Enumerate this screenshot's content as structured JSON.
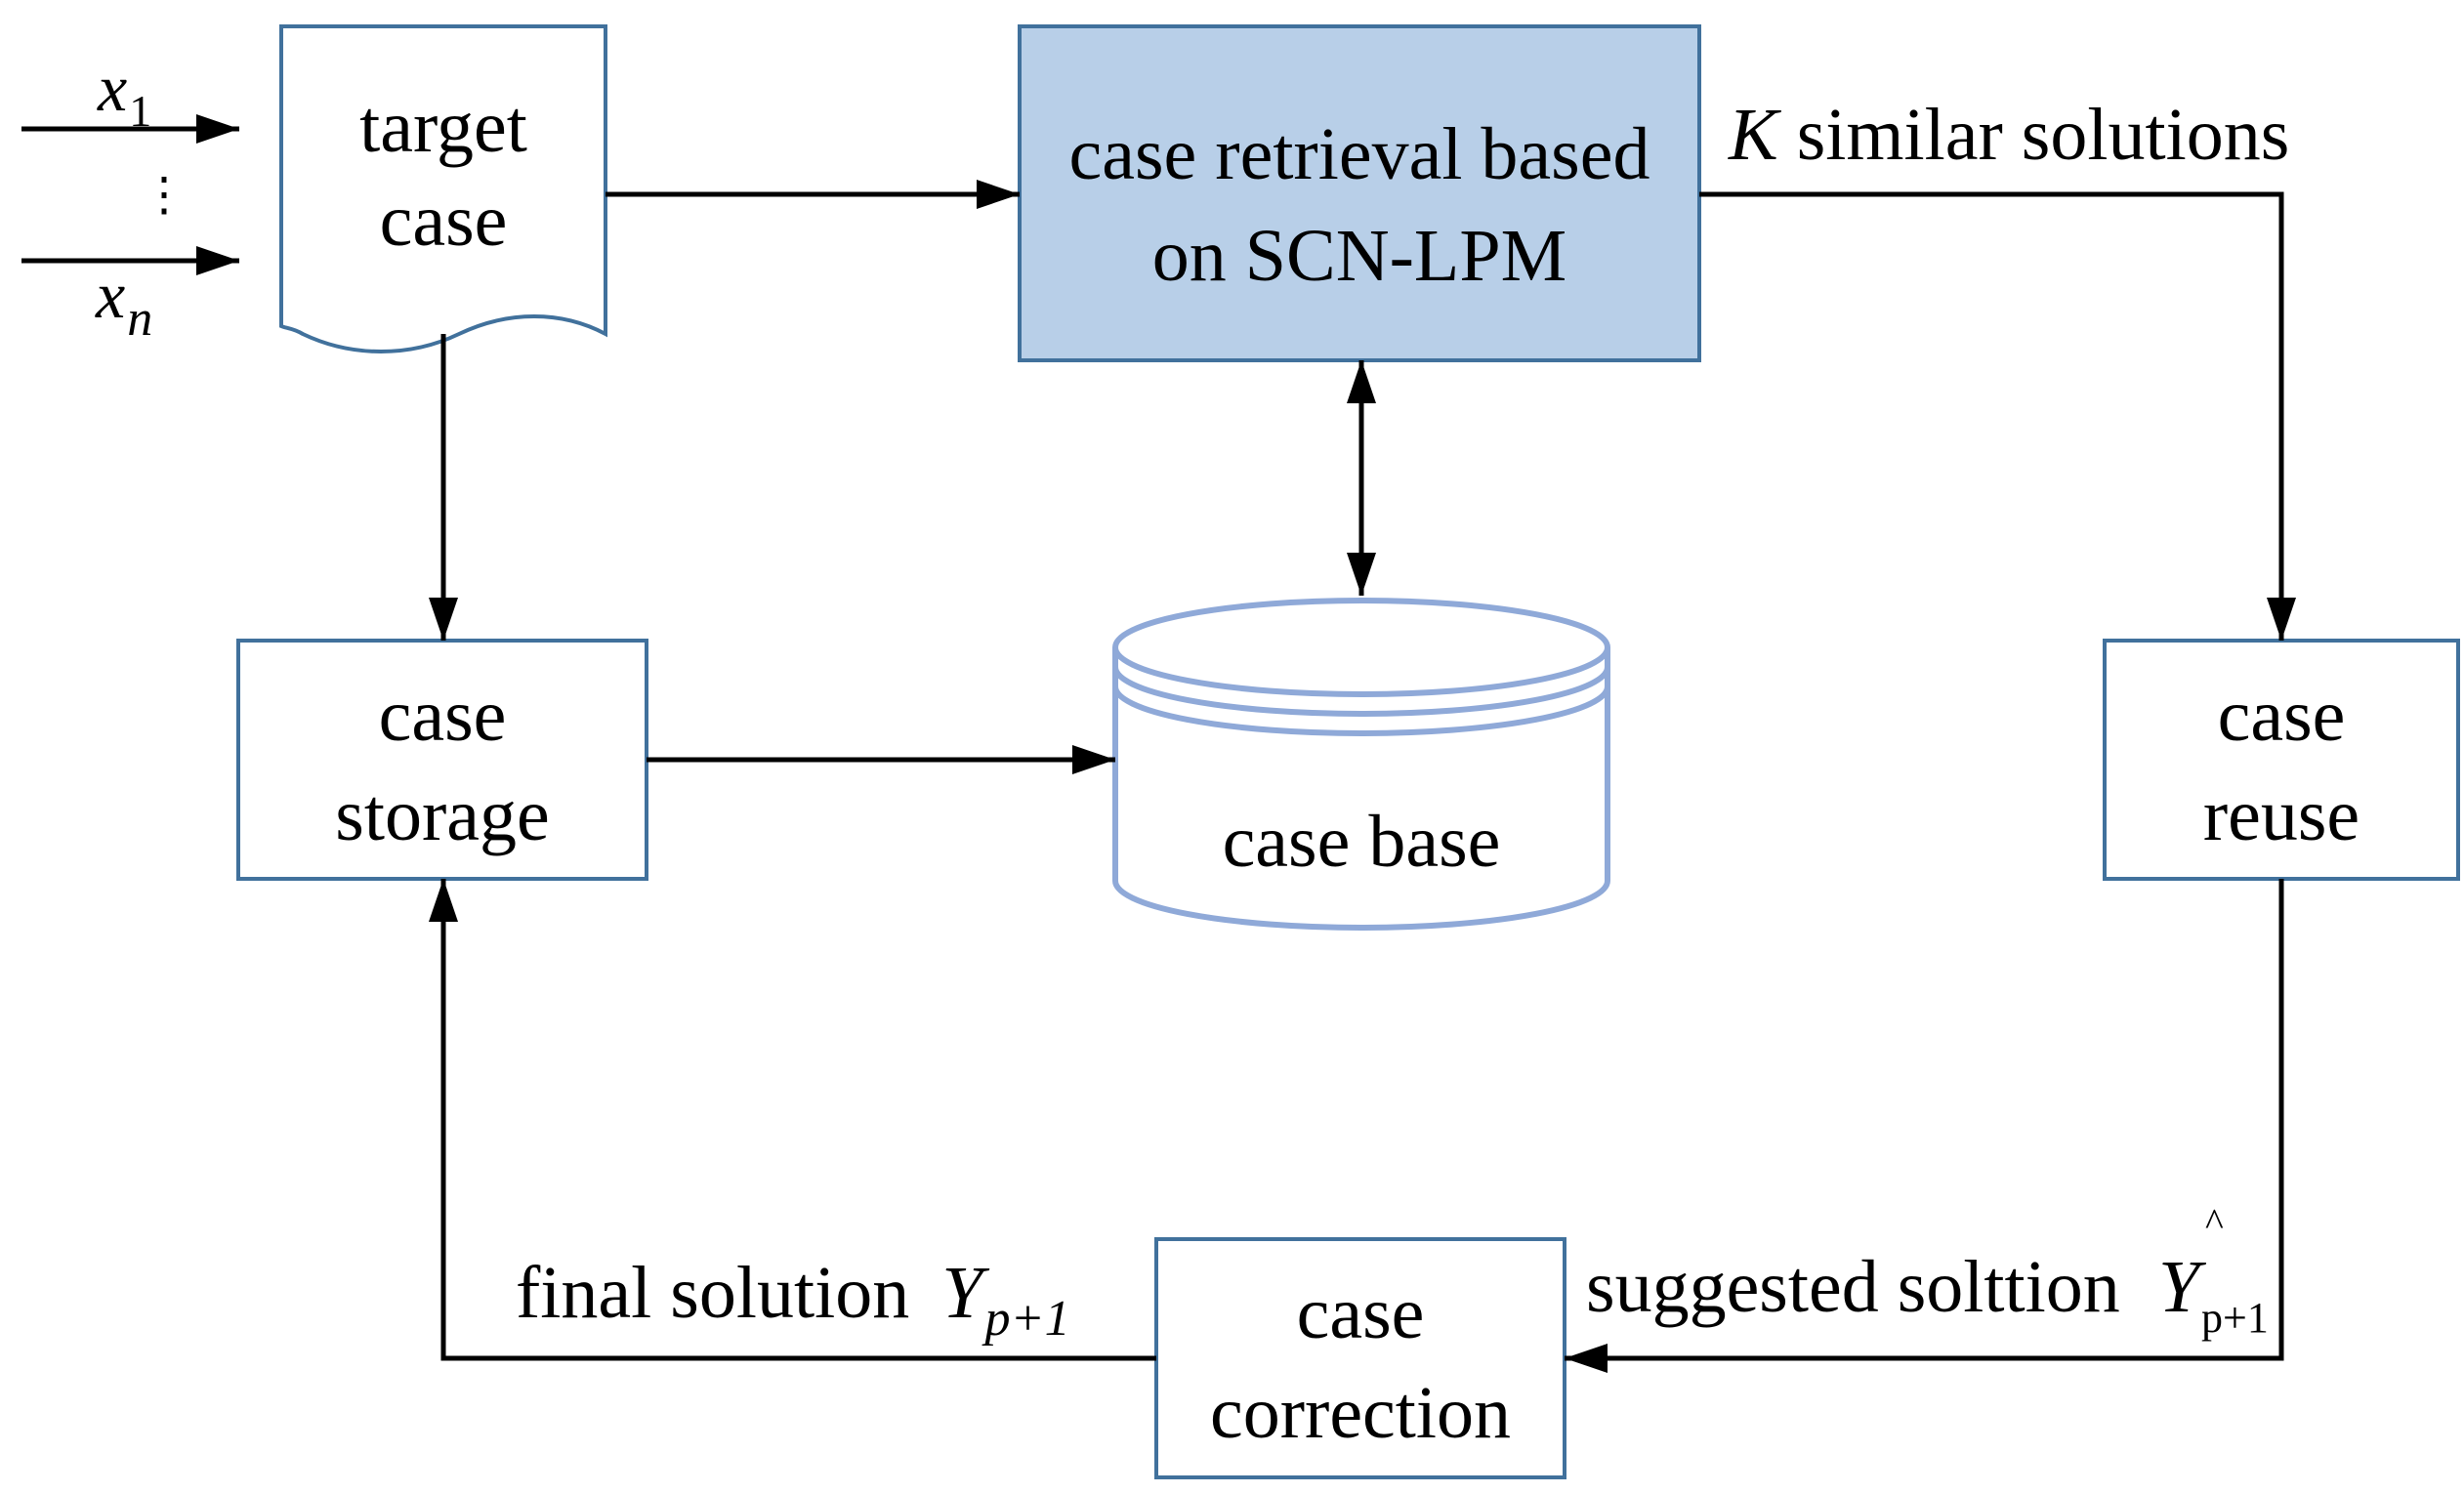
{
  "nodes": {
    "target_case": [
      "target",
      "case"
    ],
    "case_retrieval": [
      "case retrieval based",
      "on SCN-LPM"
    ],
    "case_base": "case base",
    "case_storage": [
      "case",
      "storage"
    ],
    "case_reuse": [
      "case",
      "reuse"
    ],
    "case_correction": [
      "case",
      "correction"
    ]
  },
  "inputs": {
    "x1_var": "x",
    "x1_sub": "1",
    "dots": "⋮",
    "xn_var": "x",
    "xn_sub": "n"
  },
  "edges": {
    "k_var": "K",
    "k_text": "similar solutions",
    "final_text": "final solution",
    "final_var": "Y",
    "final_sub": "p+1",
    "suggested_text": "suggested solttion",
    "suggested_var": "Y",
    "suggested_hat": "^",
    "suggested_sub": "p+1"
  },
  "colors": {
    "box_border": "#41719c",
    "retrieval_fill": "#b8cfe8",
    "database_stroke": "#8fa9d8",
    "arrow": "#000000"
  }
}
